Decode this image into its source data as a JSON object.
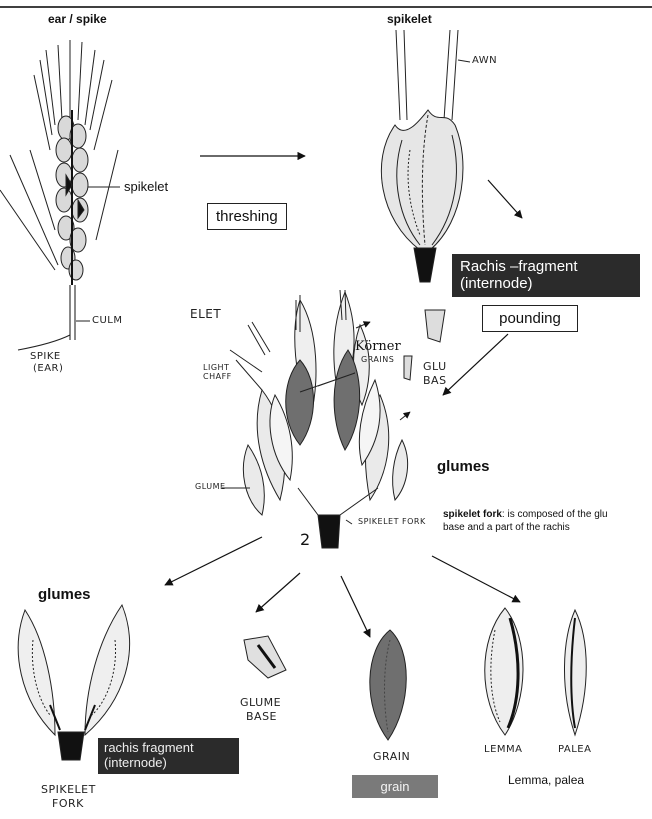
{
  "labels": {
    "ear_spike_title": "ear / spike",
    "spikelet_title": "spikelet",
    "awn": "AWN",
    "spikelet": "spikelet",
    "culm": "CULM",
    "spike_ear": [
      "SPIKE",
      "(EAR)"
    ],
    "elet": "ELET",
    "light_chaff": [
      "LIGHT",
      "CHAFF"
    ],
    "korner": "Körner",
    "grains": "GRAINS",
    "glu_bas": [
      "GLU",
      "BAS"
    ],
    "glume": "GLUME",
    "spikelet_fork_small": "SPIKELET FORK",
    "figure_number": "2",
    "glumes_right": "glumes",
    "fork_note_bold": "spikelet fork",
    "fork_note_text_1": ": is composed of  the glu",
    "fork_note_text_2": "base and a part of the rachis",
    "glumes_left": "glumes",
    "glume_base": [
      "GLUME",
      "BASE"
    ],
    "grain": "GRAIN",
    "lemma": "LEMMA",
    "palea": "PALEA",
    "spikelet_fork_bottom": [
      "SPIKELET",
      "FORK"
    ],
    "lemma_palea": "Lemma, palea"
  },
  "boxes": {
    "threshing": "threshing",
    "rachis_fragment": [
      "Rachis –fragment",
      "(internode)"
    ],
    "pounding": "pounding",
    "rachis_fragment_small": [
      "rachis fragment",
      "(internode)"
    ],
    "grain_box": "grain"
  },
  "colors": {
    "dark_box": "#2b2b2b",
    "grey_box": "#7a7a7a",
    "grain_fill": "#6f6f6f"
  }
}
